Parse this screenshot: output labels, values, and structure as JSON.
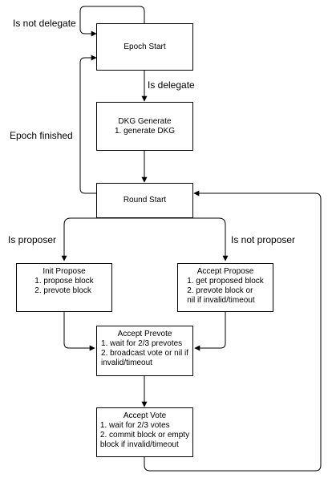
{
  "nodes": {
    "epoch_start": {
      "title": "Epoch Start"
    },
    "dkg_generate": {
      "title": "DKG Generate",
      "lines": [
        "1. generate DKG"
      ]
    },
    "round_start": {
      "title": "Round Start"
    },
    "init_propose": {
      "title": "Init Propose",
      "lines": [
        "1. propose block",
        "2. prevote block"
      ]
    },
    "accept_propose": {
      "title": "Accept Propose",
      "lines": [
        "1. get proposed block",
        "2. prevote block or",
        "nil if invalid/timeout"
      ]
    },
    "accept_prevote": {
      "title": "Accept Prevote",
      "lines": [
        "1. wait for 2/3 prevotes",
        "2. broadcast vote or nil if",
        "invalid/timeout"
      ]
    },
    "accept_vote": {
      "title": "Accept Vote",
      "lines": [
        "1. wait for 2/3 votes",
        "2. commit block or empty",
        "block if invalid/timeout"
      ]
    }
  },
  "edge_labels": {
    "is_not_delegate": "Is not delegate",
    "is_delegate": "Is delegate",
    "epoch_finished": "Epoch finished",
    "is_proposer": "Is proposer",
    "is_not_proposer": "Is not proposer"
  },
  "colors": {
    "stroke": "#000000",
    "fill": "#ffffff",
    "text": "#000000"
  }
}
